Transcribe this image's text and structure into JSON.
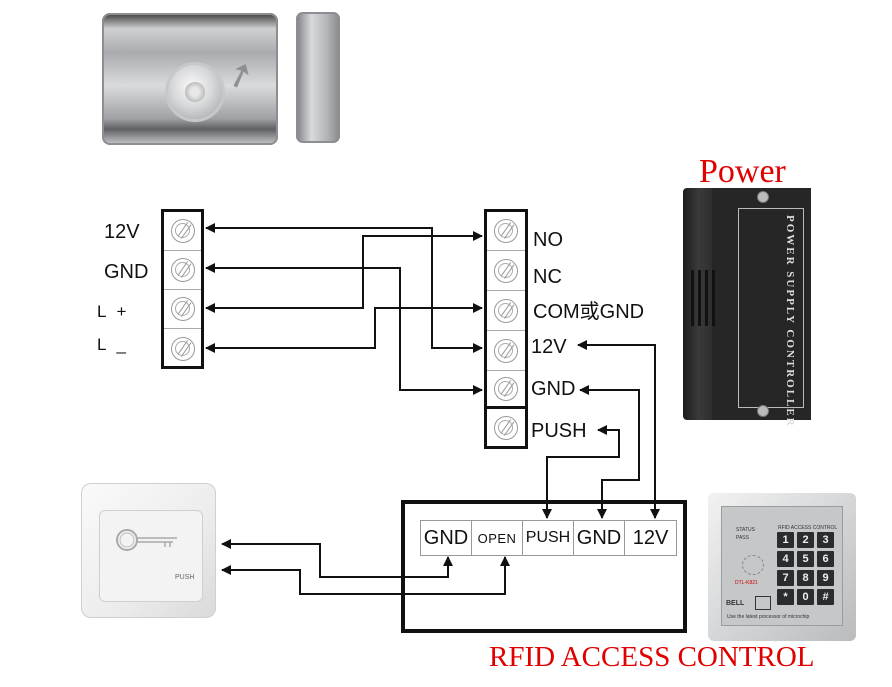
{
  "titles": {
    "power": "Power",
    "rfid": "RFID ACCESS CONTROL"
  },
  "colors": {
    "title_red": "#e00000",
    "wire": "#111111"
  },
  "lock_terminal": {
    "labels": [
      "12V",
      "GND",
      "L +",
      "L _"
    ]
  },
  "power_terminal": {
    "labels": [
      "NO",
      "NC",
      "COM或GND",
      "12V",
      "GND",
      "PUSH"
    ]
  },
  "controller_terminal": {
    "labels": [
      "GND",
      "OPEN",
      "PUSH",
      "GND",
      "12V"
    ]
  },
  "power_supply": {
    "label_text": "POWER SUPPLY CONTROLLER"
  },
  "exit_button": {
    "label": "PUSH"
  },
  "keypad": {
    "keys": [
      "1",
      "2",
      "3",
      "4",
      "5",
      "6",
      "7",
      "8",
      "9",
      "*",
      "0",
      "#"
    ],
    "bell_label": "BELL",
    "footer_text": "Use the latest processor of microchip",
    "status_labels": [
      "STATUS",
      "PASS"
    ],
    "brand_text": "RFID ACCESS CONTROL",
    "model_text": "DTL-K821"
  },
  "connections": [
    {
      "from": "lock.12V",
      "to": "power.12V"
    },
    {
      "from": "lock.GND",
      "to": "power.GND"
    },
    {
      "from": "lock.L+",
      "to": "power.NO"
    },
    {
      "from": "lock.L-",
      "to": "power.COM或GND"
    },
    {
      "from": "power.12V",
      "to": "controller.12V"
    },
    {
      "from": "power.GND",
      "to": "controller.GND"
    },
    {
      "from": "power.PUSH",
      "to": "controller.PUSH"
    },
    {
      "from": "exit_button",
      "to": "controller.GND"
    },
    {
      "from": "exit_button",
      "to": "controller.OPEN"
    }
  ]
}
